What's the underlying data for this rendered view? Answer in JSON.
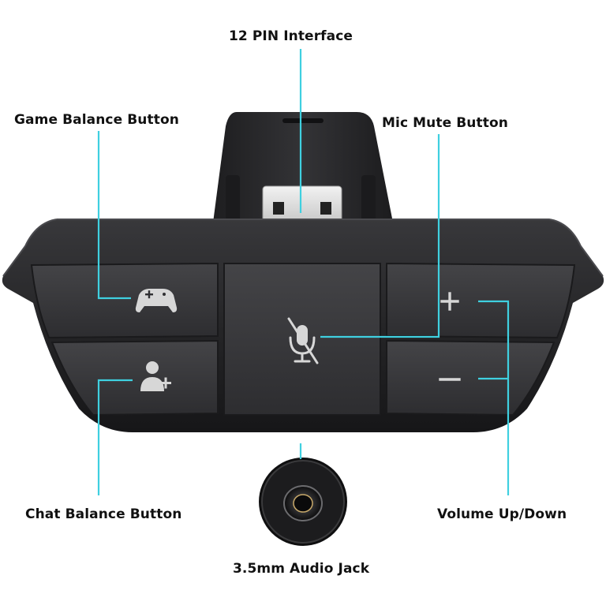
{
  "colors": {
    "callout": "#3fd0e0",
    "body": "#262628",
    "body_dark": "#141416",
    "button": "#3a3a3d",
    "icon": "#d7d7d7",
    "connector": "#d9d9d9",
    "label": "#111111"
  },
  "labels": {
    "pin_interface": "12 PIN Interface",
    "game_balance": "Game Balance Button",
    "mic_mute": "Mic Mute Button",
    "chat_balance": "Chat Balance Button",
    "volume": "Volume Up/Down",
    "audio_jack": "3.5mm Audio Jack"
  },
  "icons": {
    "game_button": "gamepad-icon",
    "chat_button": "person-icon",
    "mic_button": "mic-muted-icon",
    "vol_up": "plus-icon",
    "vol_down": "minus-icon"
  }
}
